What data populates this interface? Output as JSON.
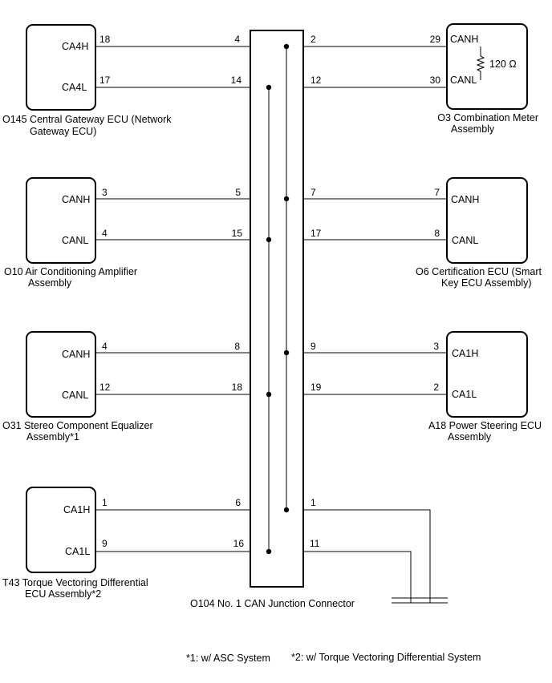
{
  "junction": {
    "caption": "O104 No. 1 CAN Junction Connector"
  },
  "left_ecus": [
    {
      "name": "central-gateway-ecu",
      "caption": [
        "O145 Central Gateway ECU (Network",
        "Gateway ECU)"
      ],
      "signals": [
        {
          "label": "CA4H",
          "ecu_pin": "18",
          "junction_pin": "4"
        },
        {
          "label": "CA4L",
          "ecu_pin": "17",
          "junction_pin": "14"
        }
      ]
    },
    {
      "name": "air-conditioning-amplifier",
      "caption": [
        "O10 Air Conditioning Amplifier",
        "Assembly"
      ],
      "signals": [
        {
          "label": "CANH",
          "ecu_pin": "3",
          "junction_pin": "5"
        },
        {
          "label": "CANL",
          "ecu_pin": "4",
          "junction_pin": "15"
        }
      ]
    },
    {
      "name": "stereo-component-equalizer",
      "caption": [
        "O31 Stereo Component Equalizer",
        "Assembly*1"
      ],
      "signals": [
        {
          "label": "CANH",
          "ecu_pin": "4",
          "junction_pin": "8"
        },
        {
          "label": "CANL",
          "ecu_pin": "12",
          "junction_pin": "18"
        }
      ]
    },
    {
      "name": "torque-vectoring-differential-ecu",
      "caption": [
        "T43 Torque Vectoring Differential",
        "ECU Assembly*2"
      ],
      "signals": [
        {
          "label": "CA1H",
          "ecu_pin": "1",
          "junction_pin": "6"
        },
        {
          "label": "CA1L",
          "ecu_pin": "9",
          "junction_pin": "16"
        }
      ]
    }
  ],
  "right_ecus": [
    {
      "name": "combination-meter",
      "caption": [
        "O3 Combination Meter",
        "Assembly"
      ],
      "signals": [
        {
          "label": "CANH",
          "ecu_pin": "29",
          "junction_pin": "2"
        },
        {
          "label": "CANL",
          "ecu_pin": "30",
          "junction_pin": "12"
        }
      ],
      "resistor_label": "120 Ω"
    },
    {
      "name": "certification-ecu",
      "caption": [
        "O6 Certification ECU (Smart",
        "Key ECU Assembly)"
      ],
      "signals": [
        {
          "label": "CANH",
          "ecu_pin": "7",
          "junction_pin": "7"
        },
        {
          "label": "CANL",
          "ecu_pin": "8",
          "junction_pin": "17"
        }
      ]
    },
    {
      "name": "power-steering-ecu",
      "caption": [
        "A18 Power Steering ECU",
        "Assembly"
      ],
      "signals": [
        {
          "label": "CA1H",
          "ecu_pin": "3",
          "junction_pin": "9"
        },
        {
          "label": "CA1L",
          "ecu_pin": "2",
          "junction_pin": "19"
        }
      ]
    }
  ],
  "extra_right_pins": [
    "1",
    "11"
  ],
  "footnotes": {
    "note1": "*1: w/ ASC System",
    "note2": "*2: w/ Torque Vectoring Differential System"
  }
}
